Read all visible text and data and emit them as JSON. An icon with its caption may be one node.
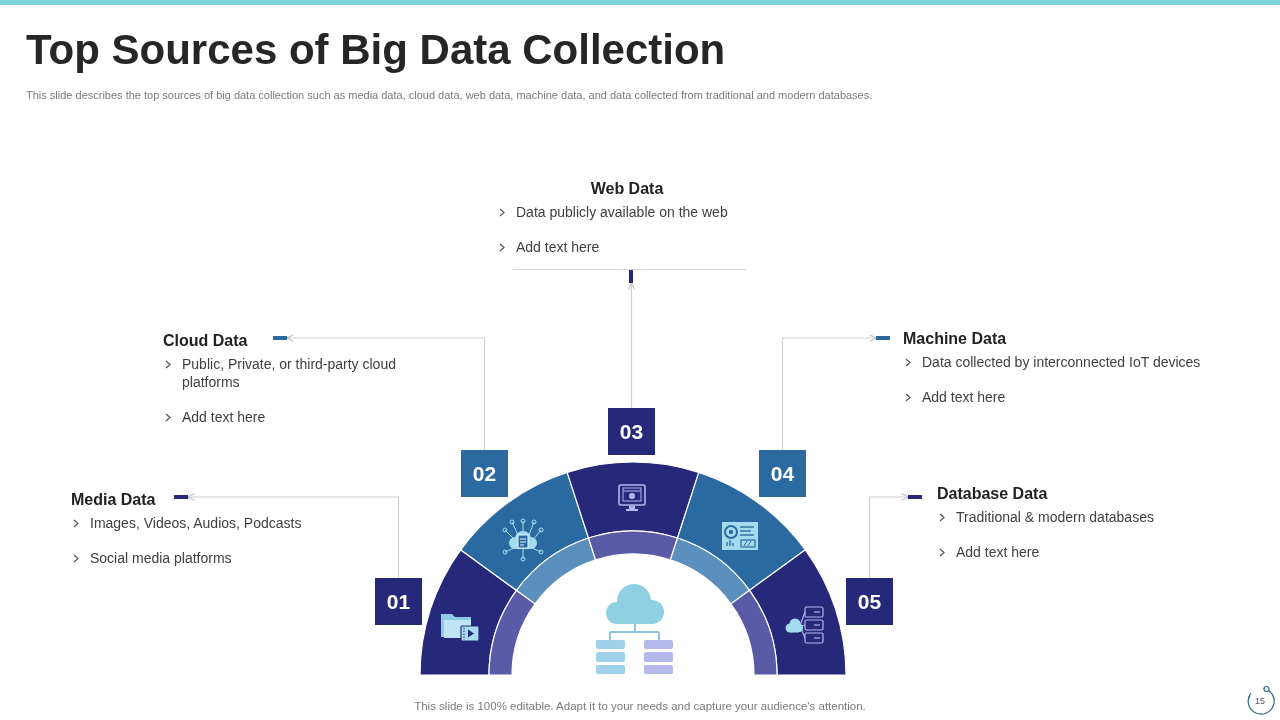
{
  "diagram": {
    "title": "Top Sources of Big Data Collection",
    "nodes": [
      {
        "text": [
          "01"
        ]
      },
      {
        "text": [],
        "shape": "bar",
        "in": 2
      },
      {
        "text": [
          "Media Data",
          "Images, Videos, Audios, Podcasts",
          "Social media platforms"
        ]
      },
      {
        "text": [
          "02"
        ]
      },
      {
        "text": [],
        "shape": "bar",
        "in": 5
      },
      {
        "text": [
          "Cloud Data",
          "Public, Private, or third-party cloud platforms",
          "Add text here"
        ]
      },
      {
        "text": [
          "03"
        ]
      },
      {
        "text": [],
        "shape": "bar"
      },
      {
        "text": [
          "Web Data",
          "Data publicly available on the web",
          "Add text here"
        ]
      },
      {
        "text": [
          "04"
        ]
      },
      {
        "text": [],
        "shape": "bar"
      },
      {
        "text": [
          "Machine Data",
          "Data collected by interconnected IoT devices",
          "Add text here"
        ]
      },
      {
        "text": [
          "05"
        ]
      },
      {
        "text": [],
        "shape": "bar"
      },
      {
        "text": [
          "Database Data",
          "Traditional & modern databases",
          "Add text here"
        ]
      }
    ],
    "edges": [
      {
        "from": 0,
        "to": 1,
        "arrow": "to"
      },
      {
        "from": 3,
        "to": 4,
        "arrow": "to"
      },
      {
        "from": 6,
        "to": 7,
        "arrow": "to"
      },
      {
        "from": 9,
        "to": 10,
        "arrow": "to"
      },
      {
        "from": 12,
        "to": 13,
        "arrow": "to"
      }
    ],
    "labels": [
      "This slide describes the top sources of big data collection such as media data, cloud data, web data, machine data, and data collected from traditional and modern databases.",
      "This slide is 100% editable. Adapt it to your needs and capture your audience's attention.",
      "15"
    ]
  }
}
